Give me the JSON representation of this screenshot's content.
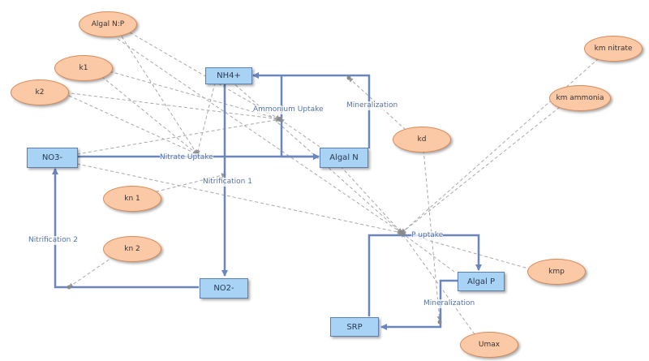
{
  "stocks": {
    "nh4": "NH4+",
    "no3": "NO3-",
    "algal_n": "Algal N",
    "no2": "NO2-",
    "algal_p": "Algal P",
    "srp": "SRP"
  },
  "parameters": {
    "algal_np": "Algal N:P",
    "k1": "k1",
    "k2": "k2",
    "kn1": "kn 1",
    "kn2": "kn 2",
    "kd": "kd",
    "km_nitrate": "km nitrate",
    "km_ammonia": "km ammonia",
    "kmp": "kmp",
    "umax": "Umax"
  },
  "flows": {
    "ammonium_uptake": "Ammonium Uptake",
    "mineralization_n": "Mineralization",
    "nitrate_uptake": "Nitrate Uptake",
    "nitrification_1": "Nitrification 1",
    "nitrification_2": "Nitrification 2",
    "p_uptake": "P uptake",
    "mineralization_p": "Mineralization"
  },
  "colors": {
    "stock_fill": "#a9d3f4",
    "parameter_fill": "#fcc9a7",
    "flow_line": "#6a86bd",
    "link_line": "#a8a8a8"
  }
}
